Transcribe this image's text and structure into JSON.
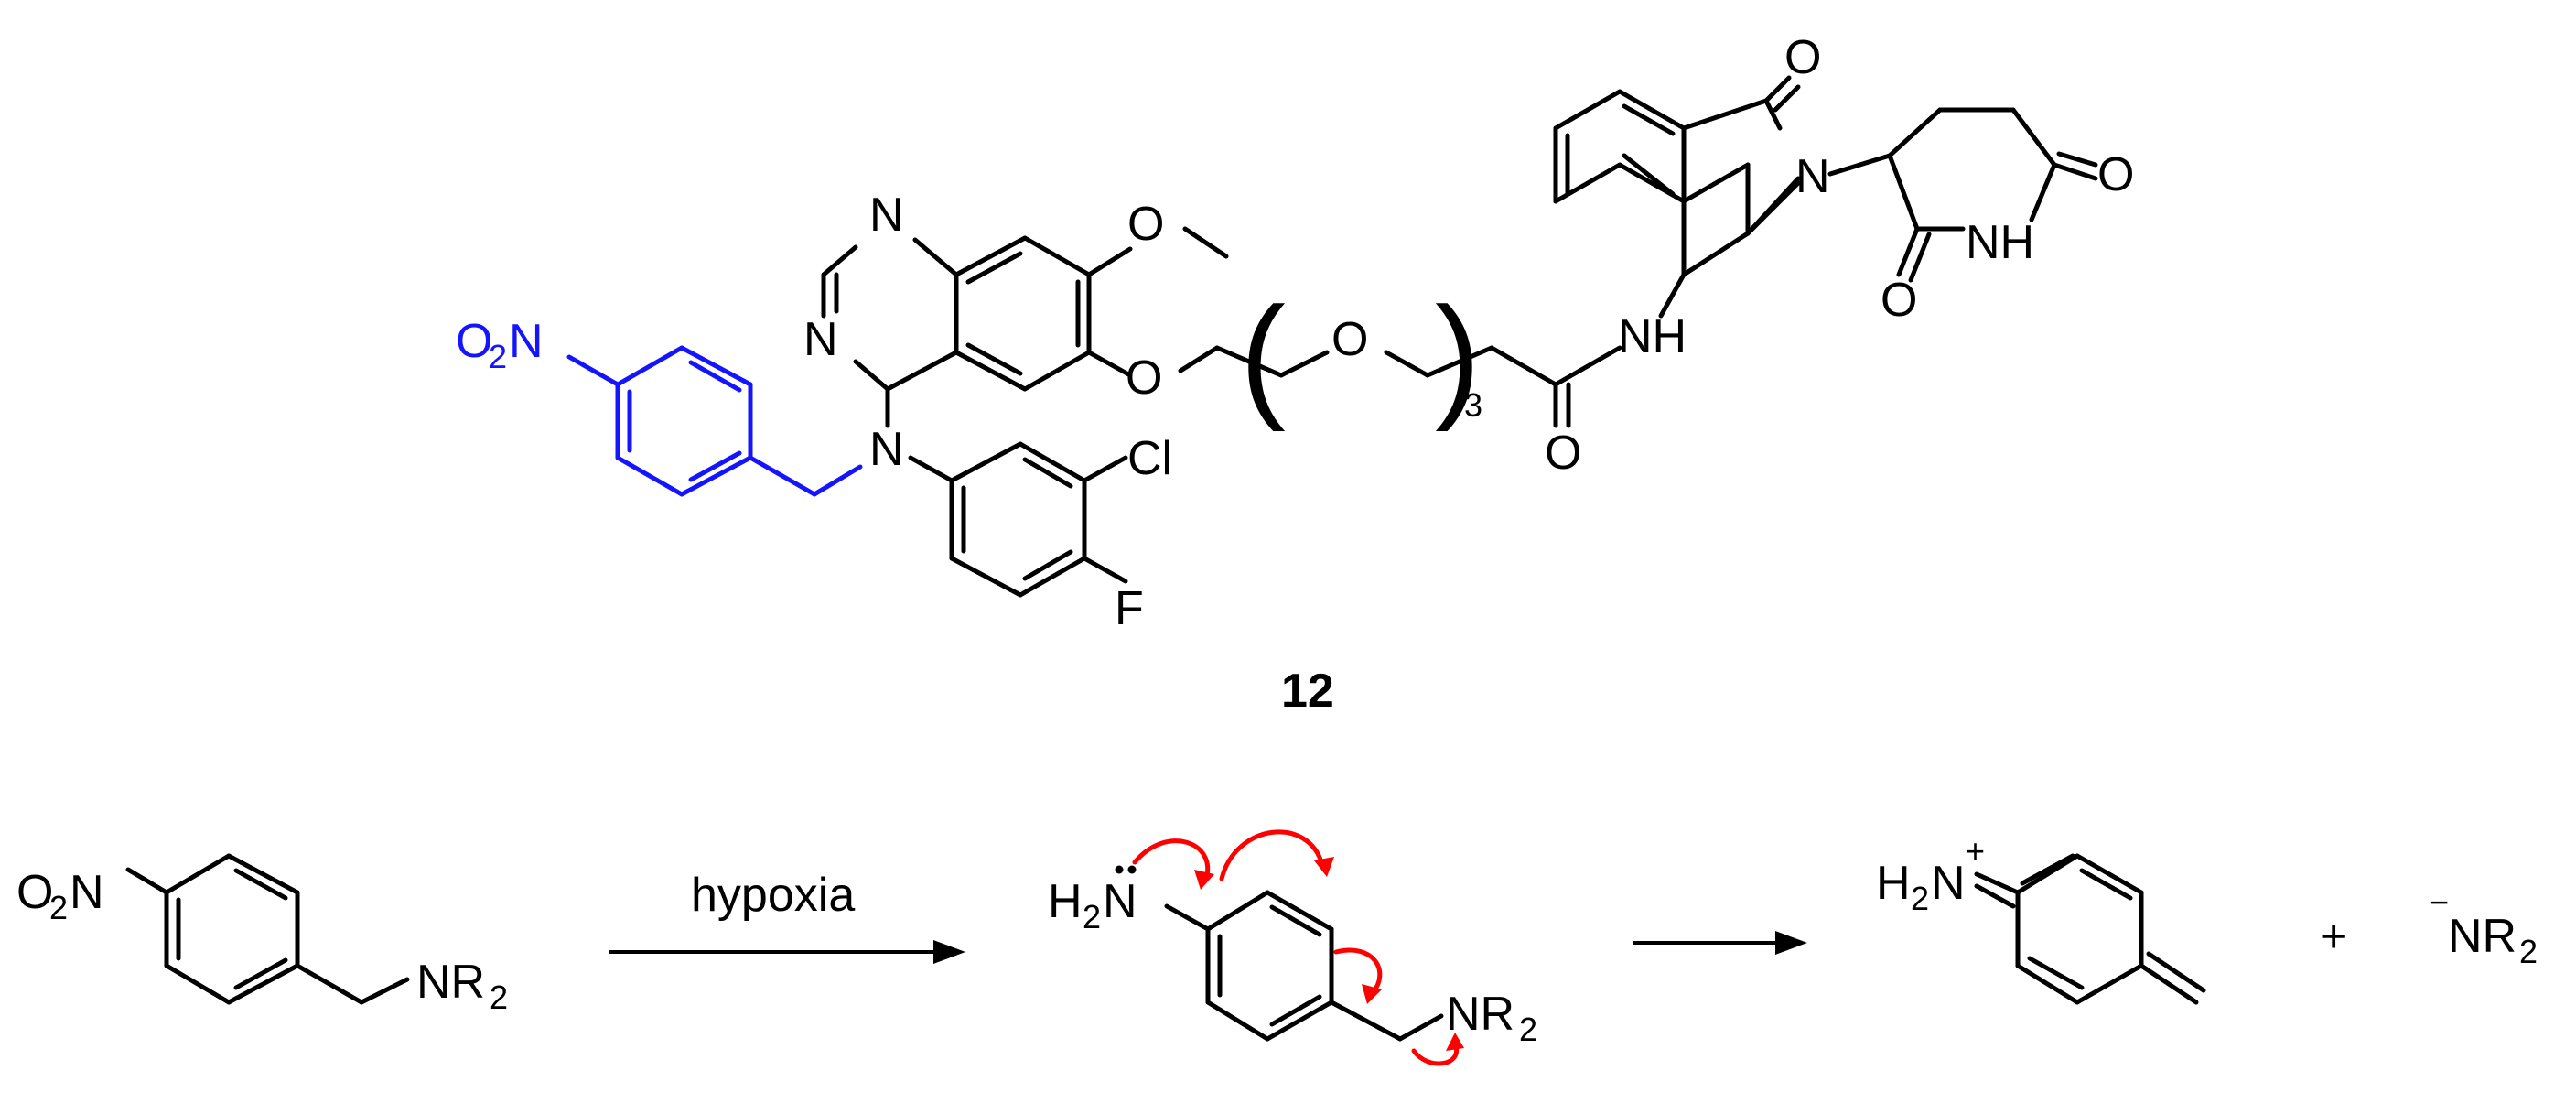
{
  "compound": {
    "number": "12",
    "labels": {
      "nitro_O": "O",
      "nitro_sub": "2",
      "nitro_N": "N",
      "quin_N1": "N",
      "quin_N3": "N",
      "amine_N": "N",
      "methoxy_O": "O",
      "ether_O": "O",
      "peg_O": "O",
      "peg_repeat": "3",
      "chloro": "Cl",
      "fluoro": "F",
      "amide_O": "O",
      "amide_NH": "NH",
      "lactam_O": "O",
      "isoindolinone_N": "N",
      "imide_NH": "NH",
      "imide_O1": "O",
      "imide_O2": "O"
    }
  },
  "scheme": {
    "reactant": {
      "O": "O",
      "sub": "2",
      "N": "N",
      "amine": "NR",
      "amine_sub": "2"
    },
    "arrow1_label": "hypoxia",
    "intermediate": {
      "H": "H",
      "sub": "2",
      "N": "N",
      "amine": "NR",
      "amine_sub": "2"
    },
    "product": {
      "H": "H",
      "sub": "2",
      "N": "N",
      "charge": "+"
    },
    "plus": "+",
    "leaving_group": {
      "charge": "−",
      "text": "NR",
      "sub": "2"
    }
  },
  "colors": {
    "highlight": "#1414ff",
    "electron_arrows": "#ff0000",
    "bonds": "#000000"
  }
}
